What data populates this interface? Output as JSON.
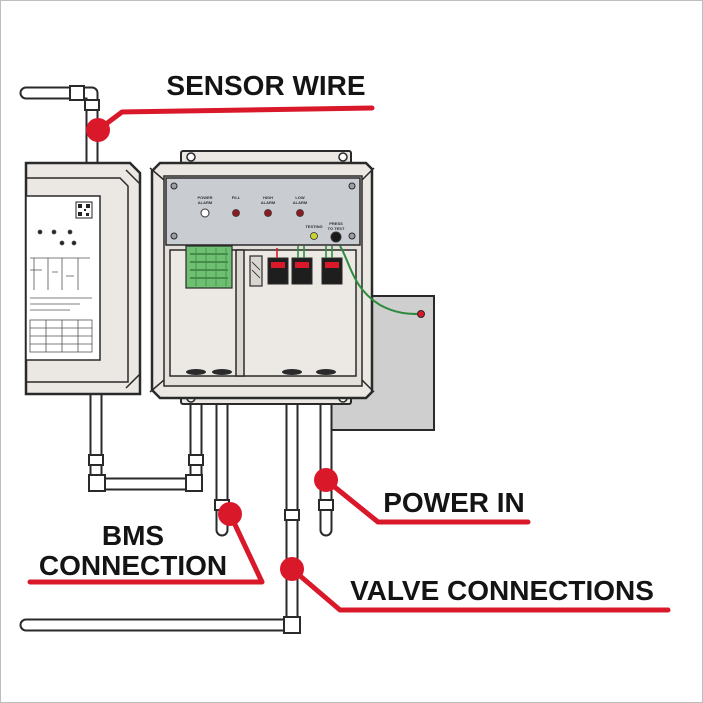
{
  "callouts": {
    "sensor_wire": "SENSOR WIRE",
    "power_in": "POWER IN",
    "bms_line1": "BMS",
    "bms_line2": "CONNECTION",
    "valve_connections": "VALVE CONNECTIONS"
  },
  "panel_indicators": {
    "power_alarm": [
      "POWER",
      "ALARM"
    ],
    "fill": "FILL",
    "high_alarm": [
      "HIGH",
      "ALARM"
    ],
    "low_alarm": [
      "LOW",
      "ALARM"
    ],
    "testing": "TESTING",
    "press_to_test": [
      "PRESS",
      "TO TEST"
    ]
  },
  "colors": {
    "accent_red": "#d9182a",
    "enclosure": "#ebe7e2",
    "enclosure_outline": "#2a2a2a",
    "panel": "#c9ccd1",
    "terminal_green": "#6fbf73",
    "ground_wire": "#2e8b3e",
    "callout_text": "#141414"
  }
}
